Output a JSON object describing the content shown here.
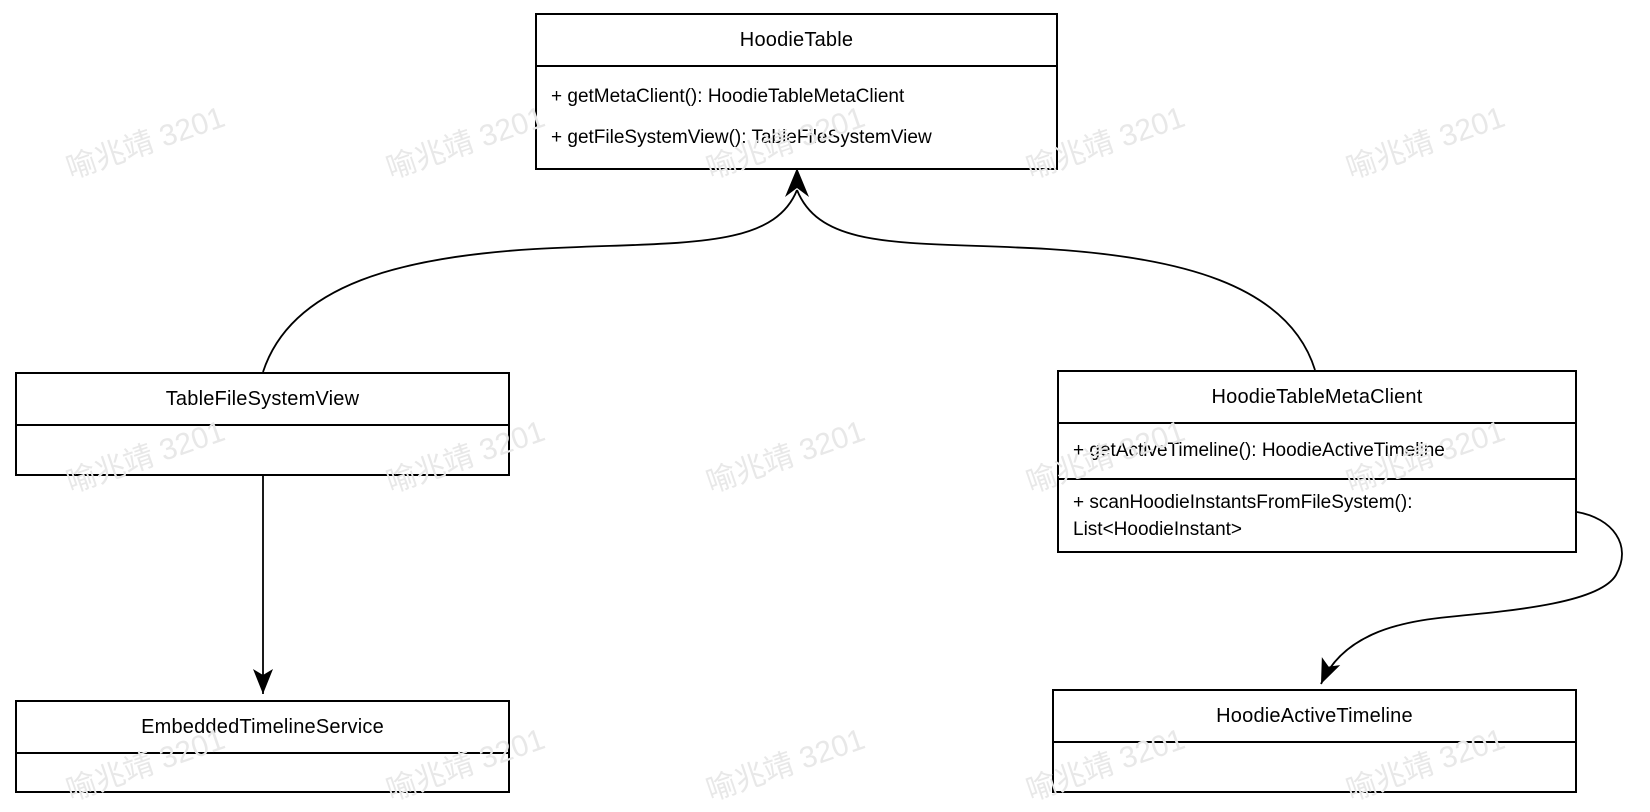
{
  "diagram": {
    "type": "uml-class-diagram",
    "stroke_color": "#000000",
    "fill_color": "#ffffff",
    "watermark": {
      "text": "喻兆靖 3201",
      "color": "#e8e8e8"
    },
    "classes": [
      {
        "name": "HoodieTable",
        "methods": [
          {
            "lines": [
              "+ getMetaClient(): HoodieTableMetaClient"
            ]
          },
          {
            "lines": [
              "+ getFileSystemView(): TableFileSystemView"
            ]
          }
        ]
      },
      {
        "name": "TableFileSystemView",
        "methods": []
      },
      {
        "name": "HoodieTableMetaClient",
        "methods": [
          {
            "lines": [
              "+ getActiveTimeline(): HoodieActiveTimeline"
            ]
          },
          {
            "lines": [
              "+ scanHoodieInstantsFromFileSystem():",
              "List<HoodieInstant>"
            ]
          }
        ]
      },
      {
        "name": "EmbeddedTimelineService",
        "methods": []
      },
      {
        "name": "HoodieActiveTimeline",
        "methods": []
      }
    ],
    "relations": [
      {
        "from": "TableFileSystemView",
        "to": "HoodieTable"
      },
      {
        "from": "HoodieTableMetaClient",
        "to": "HoodieTable"
      },
      {
        "from": "TableFileSystemView",
        "to": "EmbeddedTimelineService"
      },
      {
        "from": "HoodieTableMetaClient",
        "to": "HoodieActiveTimeline"
      }
    ]
  }
}
